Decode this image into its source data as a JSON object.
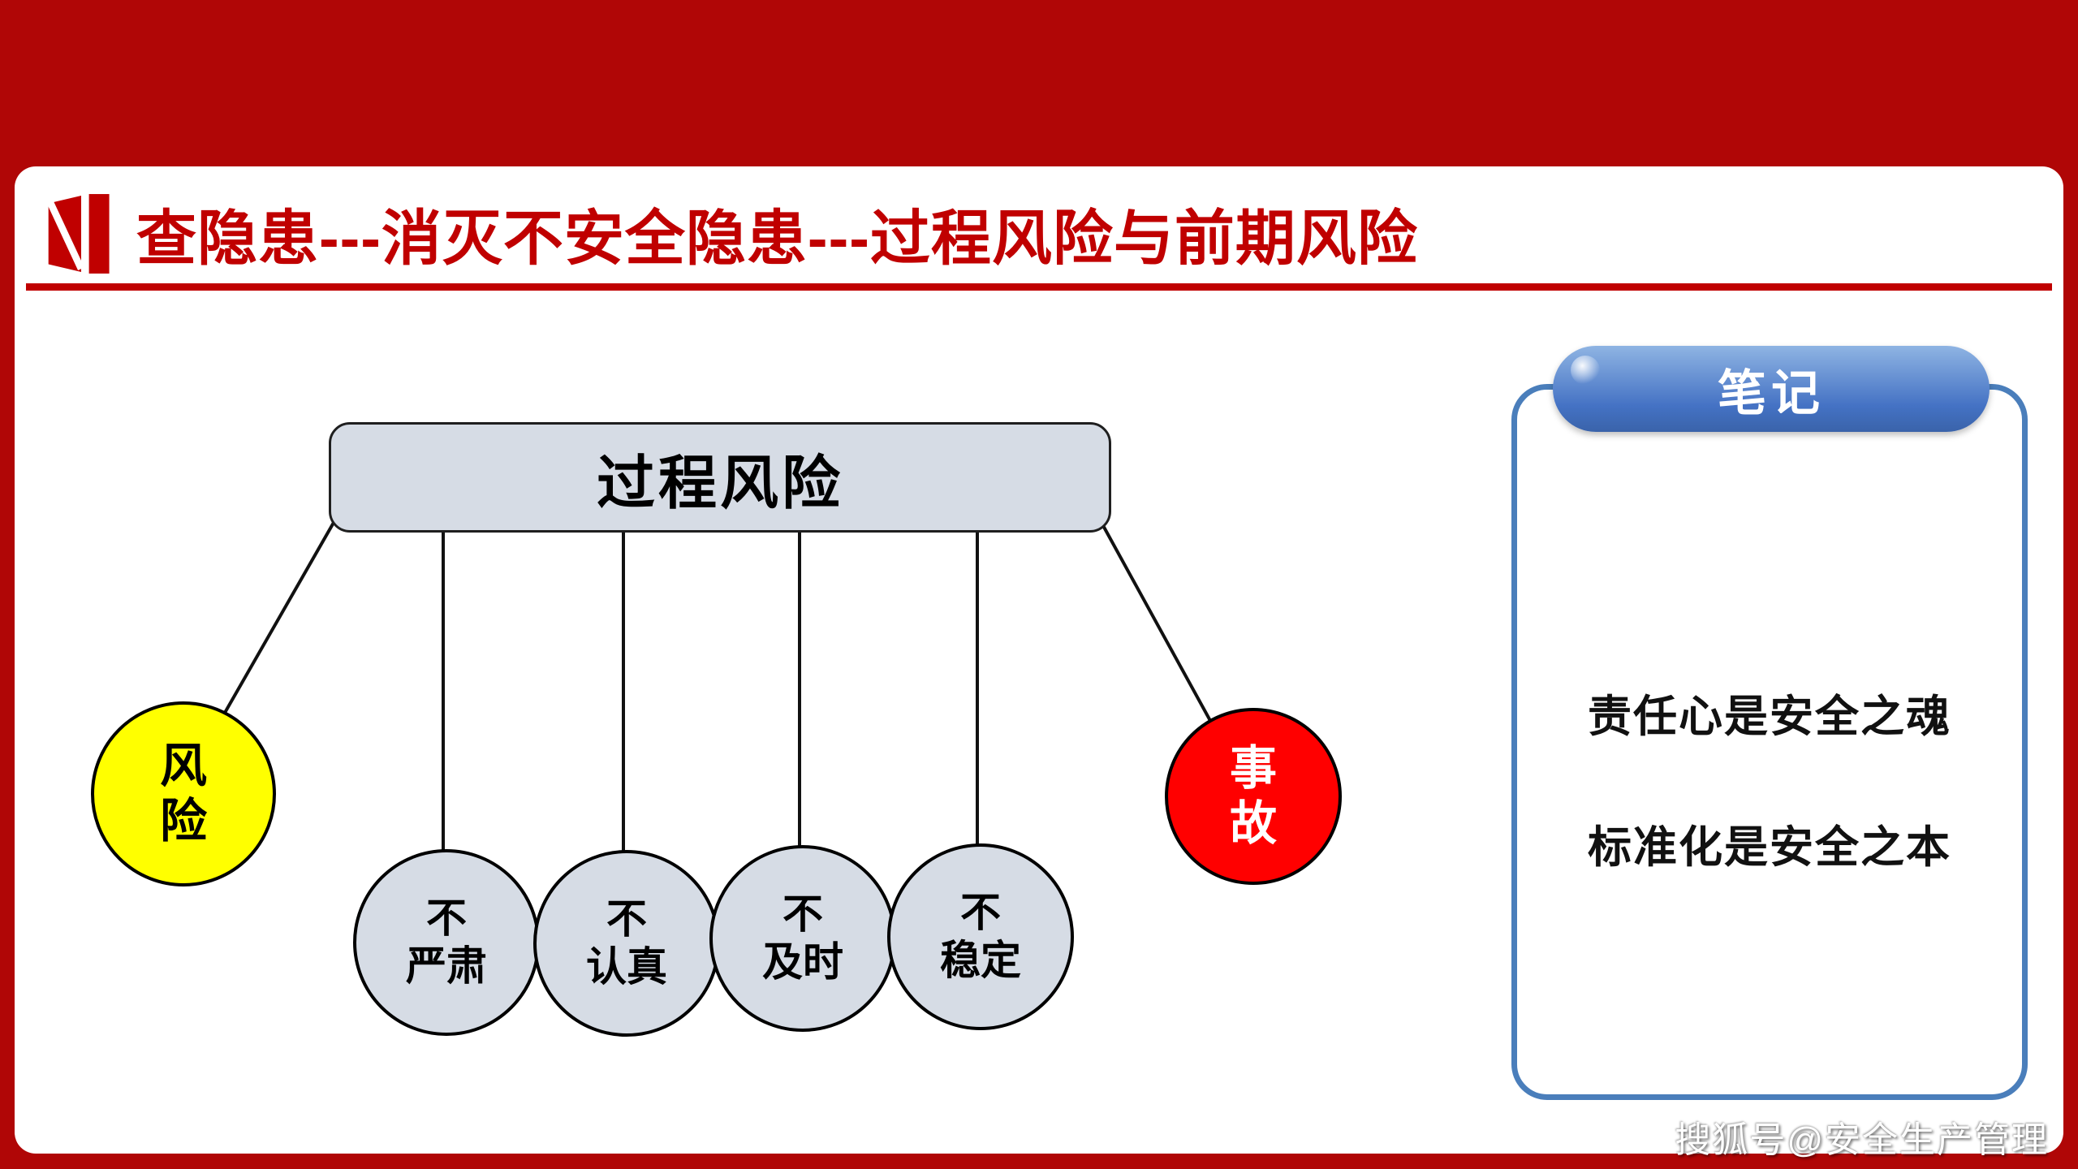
{
  "slide": {
    "title": "查隐患---消灭不安全隐患---过程风险与前期风险",
    "watermark": "搜狐号@安全生产管理"
  },
  "diagram": {
    "root_label": "过程风险",
    "left_node_label": "风\n险",
    "right_node_label": "事\n故",
    "middle_nodes": [
      "不\n严肃",
      "不\n认真",
      "不\n及时",
      "不\n稳定"
    ]
  },
  "notes": {
    "header": "笔记",
    "lines": [
      "责任心是安全之魂",
      "标准化是安全之本"
    ]
  },
  "colors": {
    "bg_red": "#b00606",
    "title_red": "#c00000",
    "node_gray": "#d6dce5",
    "node_yellow": "#ffff00",
    "node_red": "#ff0000",
    "blue_border": "#4a7ebb",
    "pill_blue": "#4472c4",
    "pill_blue_light": "#8fb4e3"
  }
}
